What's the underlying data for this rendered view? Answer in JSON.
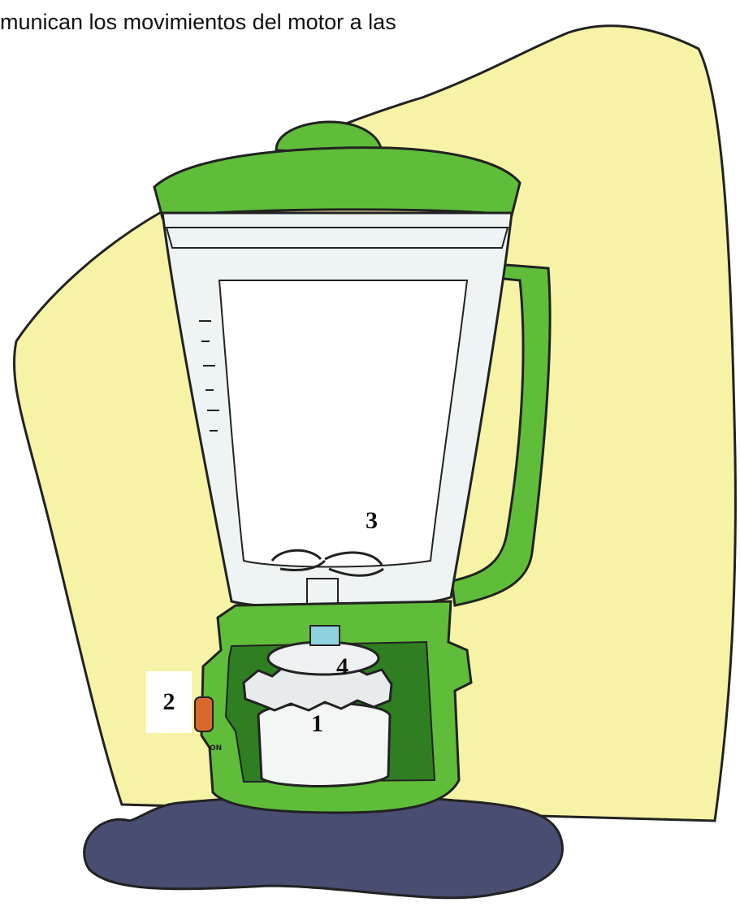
{
  "caption": "munican los movimientos del motor a las",
  "labels": {
    "motor": "1",
    "switch": "2",
    "blades": "3",
    "gear": "4"
  },
  "switch_text": "ON",
  "colors": {
    "background_blob": "#f6f3a6",
    "shadow": "#4a4d72",
    "body_green": "#5fbd3a",
    "body_green_dark": "#2f7f22",
    "jar_glass": "#eef4f4",
    "switch_orange": "#d9682c"
  }
}
